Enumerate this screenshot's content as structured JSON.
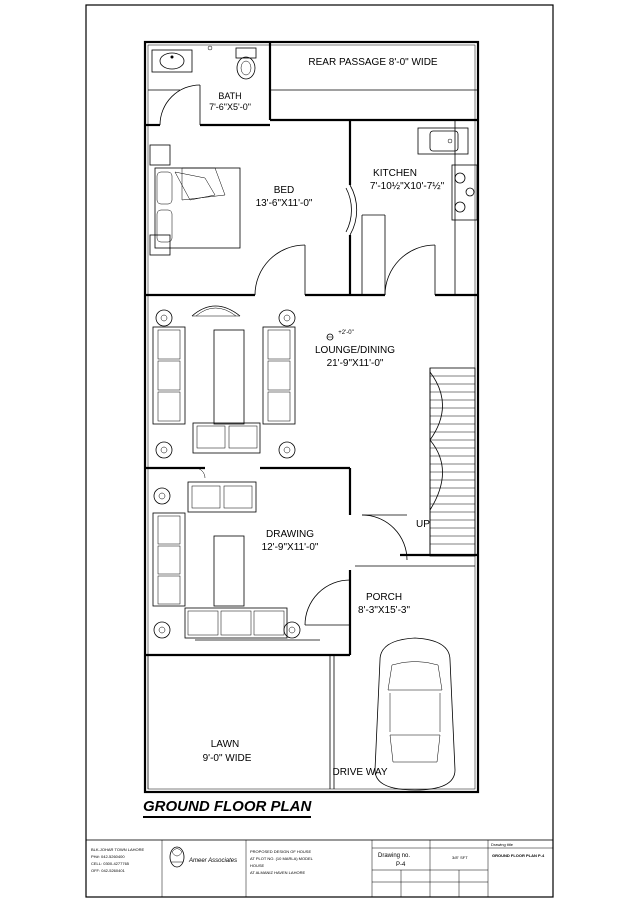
{
  "plan_title": "GROUND FLOOR PLAN",
  "rooms": {
    "rear_passage": "REAR PASSAGE 8'-0\" WIDE",
    "bath_name": "BATH",
    "bath_size": "7'-6\"X5'-0\"",
    "bed_name": "BED",
    "bed_size": "13'-6\"X11'-0\"",
    "kitchen_name": "KITCHEN",
    "kitchen_size": "7'-10½\"X10'-7½\"",
    "lounge_name": "LOUNGE/DINING",
    "lounge_size": "21'-9\"X11'-0\"",
    "level": "+2'-0\"",
    "stair_up": "UP",
    "drawing_name": "DRAWING",
    "drawing_size": "12'-9\"X11'-0\"",
    "porch_name": "PORCH",
    "porch_size": "8'-3\"X15'-3\"",
    "lawn_name": "LAWN",
    "lawn_size": "9'-0\" WIDE",
    "drive_way": "DRIVE WAY"
  },
  "title_block": {
    "drawing_no_label": "Drawing no.",
    "drawing_no": "P-4",
    "scale": "3/8\" SFT",
    "drawing_title_label": "Drawing title",
    "drawing_title": "GROUND FLOOR PLAN P-4",
    "firm_name": "Ameer Associates",
    "address_lines": [
      "BLK-JOHAR TOWN LAHORE",
      "PH#: 042-5260400",
      "CELL: 0300-4277765",
      "OFF: 042-5260401"
    ],
    "project_lines": [
      "PROPOSED DESIGN OF HOUSE",
      "AT PLOT NO. (10 MARLA) MODEL",
      "HOUSE",
      "AT ALMANIZ HAVEN LAHORE"
    ]
  }
}
